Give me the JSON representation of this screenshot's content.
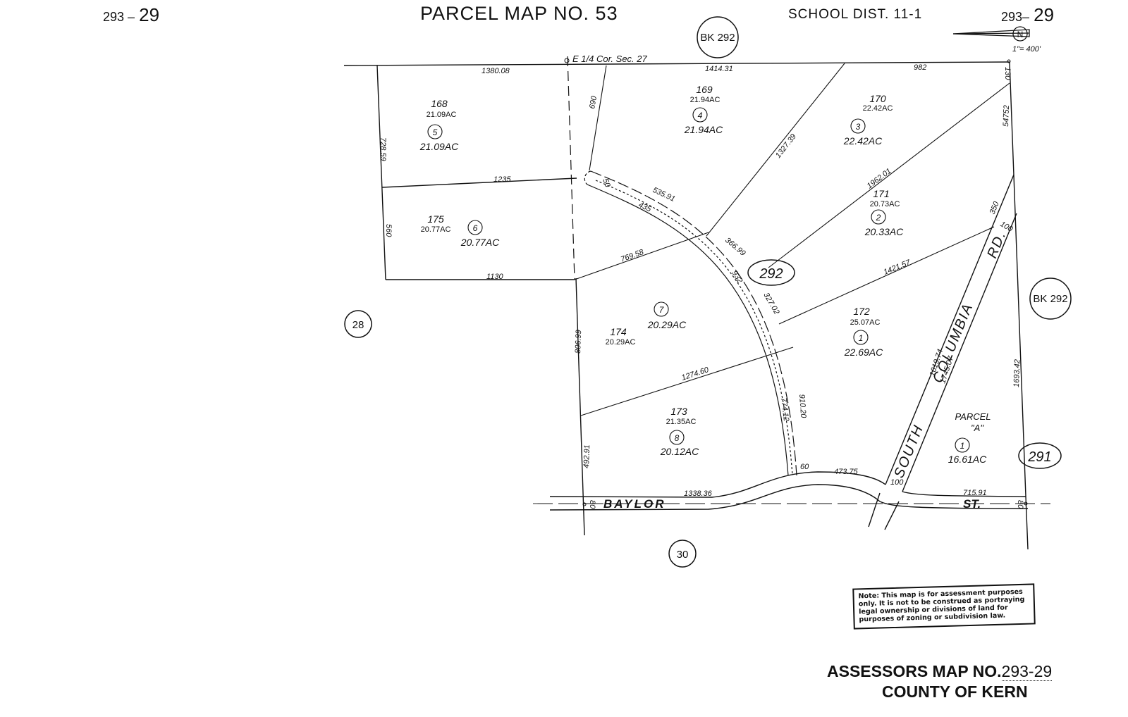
{
  "header": {
    "title": "PARCEL  MAP  NO. 53",
    "school_district": "SCHOOL  DIST.  11-1",
    "map_number_left_prefix": "293 –",
    "map_number_left_suffix": "29",
    "map_number_right_prefix": "293–",
    "map_number_right_suffix": "29",
    "north_arrow_label": "N",
    "scale": "1\"= 400'"
  },
  "book_labels": {
    "top": "BK 292",
    "right": "BK 292"
  },
  "map_page_circles": {
    "left": "28",
    "bottom": "30",
    "center": "292",
    "right": "291"
  },
  "corner_label": "E 1/4 Cor. Sec. 27",
  "parcels": [
    {
      "apn": "168",
      "area": "21.09AC",
      "parcel_no": "5",
      "parcel_area": "21.09AC"
    },
    {
      "apn": "169",
      "area": "21.94AC",
      "parcel_no": "4",
      "parcel_area": "21.94AC"
    },
    {
      "apn": "170",
      "area": "22.42AC",
      "parcel_no": "3",
      "parcel_area": "22.42AC"
    },
    {
      "apn": "171",
      "area": "20.73AC",
      "parcel_no": "2",
      "parcel_area": "20.33AC"
    },
    {
      "apn": "175",
      "area": "20.77AC",
      "parcel_no": "6",
      "parcel_area": "20.77AC"
    },
    {
      "apn": "174",
      "area": "20.29AC",
      "parcel_no": "7",
      "parcel_area": "20.29AC"
    },
    {
      "apn": "172",
      "area": "25.07AC",
      "parcel_no": "1",
      "parcel_area": "22.69AC"
    },
    {
      "apn": "173",
      "area": "21.35AC",
      "parcel_no": "8",
      "parcel_area": "20.12AC"
    }
  ],
  "parcel_a": {
    "line1": "PARCEL",
    "line2": "\"A\"",
    "parcel_no": "1",
    "area": "16.61AC"
  },
  "dimensions": {
    "d1380": "1380.08",
    "d1414": "1414.31",
    "d982": "982",
    "d130": "130",
    "d728": "728.59",
    "d690": "690",
    "d1327": "1327.39",
    "d54752": "54752",
    "d1235": "1235",
    "d1962": "1962.01",
    "d50": "50",
    "d535": "535.91",
    "d435": "435",
    "d560": "560",
    "d350": "350",
    "d100a": "100",
    "d366": "366.99",
    "d769": "769.58",
    "d1130": "1130",
    "d932": "932",
    "d1421": "1421.57",
    "d327": "327.02",
    "d806": "806.99",
    "d1274": "1274.60",
    "d1619": "1619.74",
    "d1745": "1745.07",
    "d1693": "1693.42",
    "d774": "774.12",
    "d910": "910.20",
    "d492": "492.91",
    "d60": "60",
    "d473": "473.75",
    "d100b": "100",
    "d1338": "1338.36",
    "d715": "715.91",
    "d80a": "80",
    "d80b": "80"
  },
  "streets": {
    "baylor": "BAYLOR",
    "st": "ST.",
    "south": "SOUTH",
    "columbia": "COLUMBIA",
    "rd": "RD."
  },
  "note": "Note: This map is for assessment purposes only. It is not to be construed as portraying legal ownership or divisions of land for purposes of zoning or subdivision law.",
  "footer": {
    "assessor_prefix": "ASSESSORS MAP NO.",
    "assessor_number": "293-29",
    "county": "COUNTY OF KERN"
  }
}
